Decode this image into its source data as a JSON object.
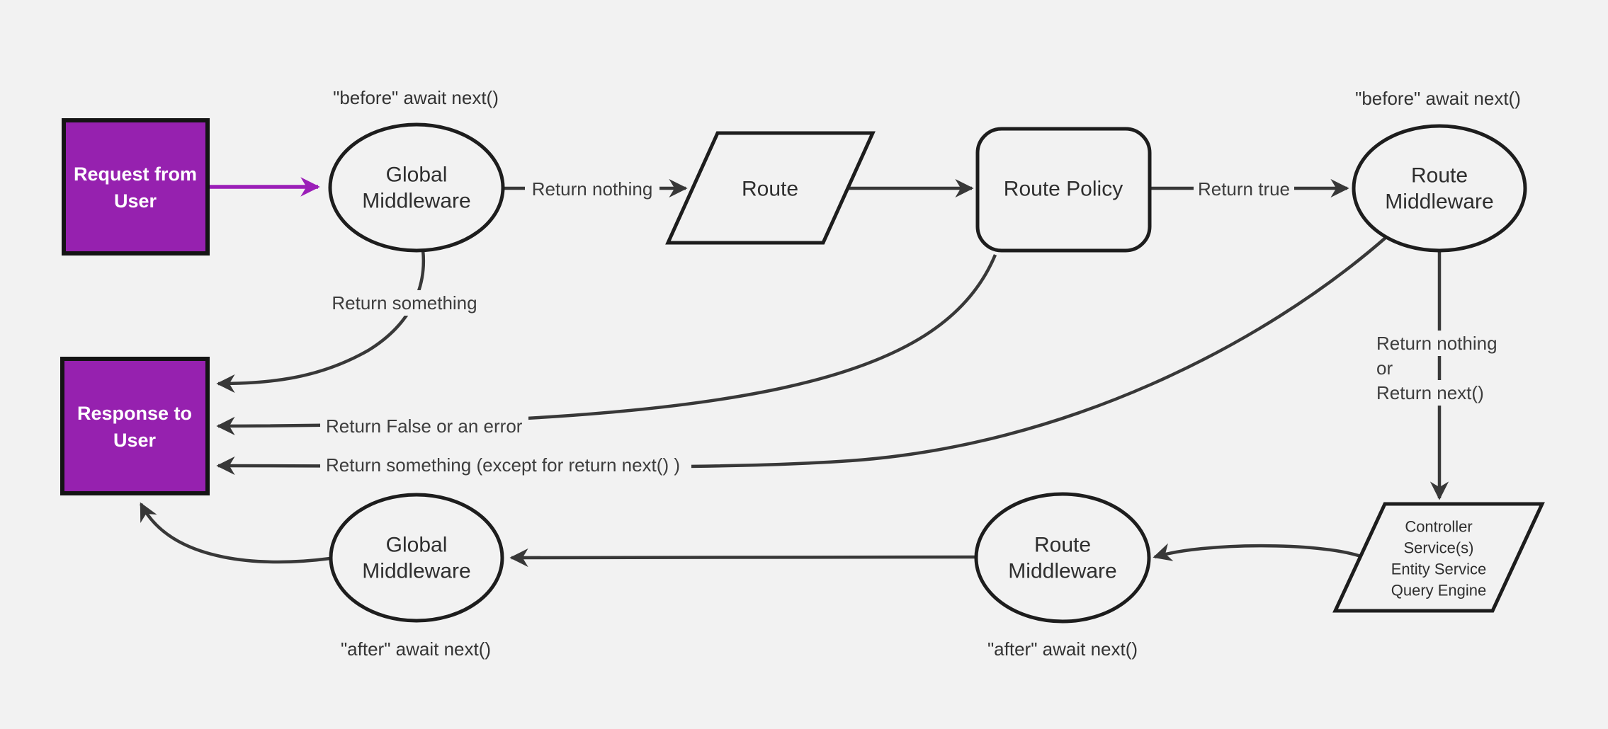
{
  "colors": {
    "background": "#f2f2f2",
    "node_fill": "#f2f2f2",
    "node_stroke": "#1d1d1d",
    "edge_stroke": "#383838",
    "purple_fill": "#9621AF",
    "purple_arrow": "#9B1FB8",
    "node_text": "#2e2e2e",
    "edge_label_text": "#3d3d3d",
    "white_text": "#ffffff"
  },
  "nodes": {
    "request": {
      "line1": "Request from",
      "line2": "User"
    },
    "response": {
      "line1": "Response to",
      "line2": "User"
    },
    "global_middleware_top": {
      "line1": "Global",
      "line2": "Middleware"
    },
    "route": {
      "label": "Route"
    },
    "route_policy": {
      "label": "Route Policy"
    },
    "route_middleware_top": {
      "line1": "Route",
      "line2": "Middleware"
    },
    "controller": {
      "line1": "Controller",
      "line2": "Service(s)",
      "line3": "Entity Service",
      "line4": "Query Engine"
    },
    "route_middleware_bottom": {
      "line1": "Route",
      "line2": "Middleware"
    },
    "global_middleware_bottom": {
      "line1": "Global",
      "line2": "Middleware"
    }
  },
  "edge_labels": {
    "before_await_left": "\"before\" await next()",
    "before_await_right": "\"before\" await next()",
    "after_await_left": "\"after\" await next()",
    "after_await_right": "\"after\" await next()",
    "return_nothing": "Return nothing",
    "return_true": "Return true",
    "return_something": "Return something",
    "return_false_or_error": "Return False or an error",
    "return_something_except": "Return something (except for return next() )",
    "return_nothing_or_1": "Return nothing",
    "return_nothing_or_2": "or",
    "return_nothing_or_3": "Return next()"
  }
}
